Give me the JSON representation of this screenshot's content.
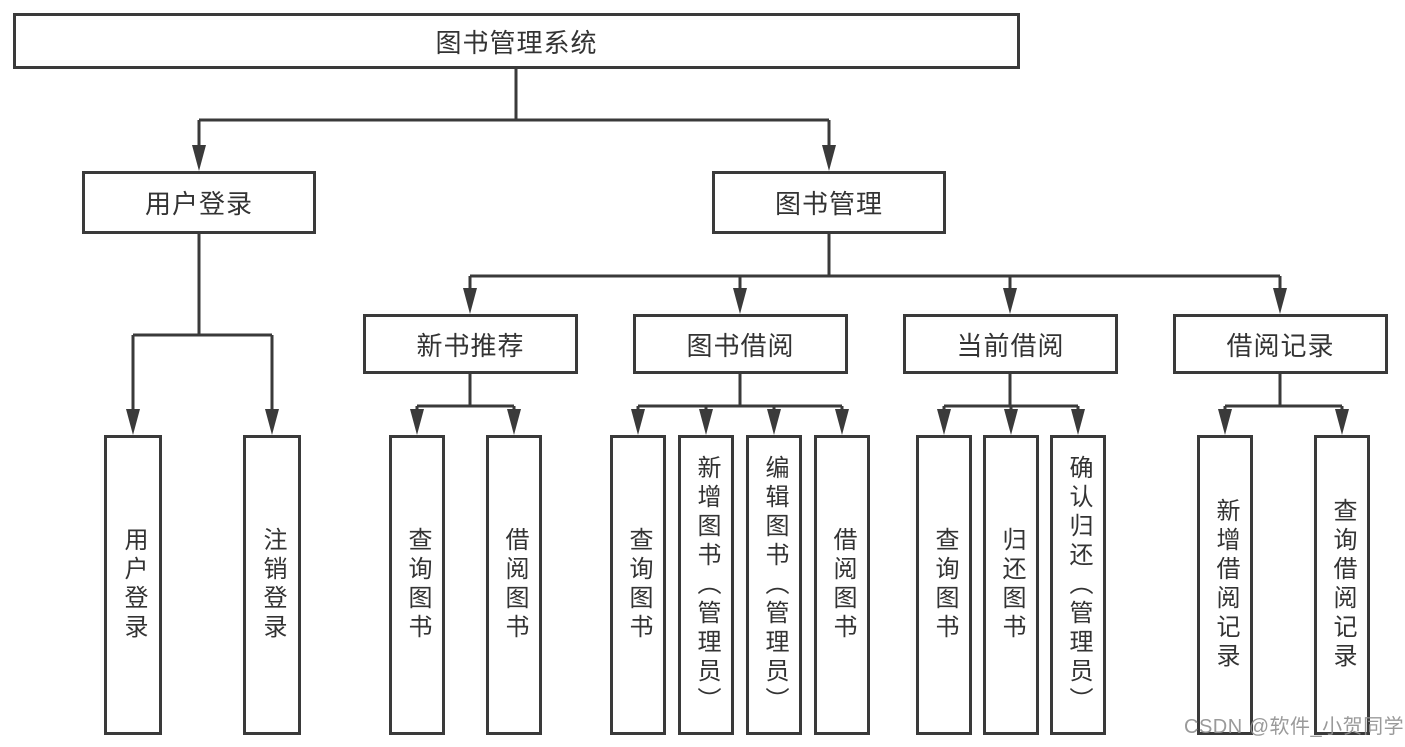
{
  "diagram_title": "图书管理系统",
  "colors": {
    "line": "#3a3a3a",
    "box_border": "#3a3a3a",
    "box_fill": "#ffffff",
    "text": "#333333",
    "watermark": "#919191",
    "background": "#ffffff"
  },
  "tree": {
    "root": {
      "label": "图书管理系统"
    },
    "branches": [
      {
        "label": "用户登录",
        "children": [
          {
            "label": "用户登录"
          },
          {
            "label": "注销登录"
          }
        ]
      },
      {
        "label": "图书管理",
        "children": [
          {
            "label": "新书推荐",
            "children": [
              {
                "label": "查询图书"
              },
              {
                "label": "借阅图书"
              }
            ]
          },
          {
            "label": "图书借阅",
            "children": [
              {
                "label": "查询图书"
              },
              {
                "label": "新增图书（管理员）"
              },
              {
                "label": "编辑图书（管理员）"
              },
              {
                "label": "借阅图书"
              }
            ]
          },
          {
            "label": "当前借阅",
            "children": [
              {
                "label": "查询图书"
              },
              {
                "label": "归还图书"
              },
              {
                "label": "确认归还（管理员）"
              }
            ]
          },
          {
            "label": "借阅记录",
            "children": [
              {
                "label": "新增借阅记录"
              },
              {
                "label": "查询借阅记录"
              }
            ]
          }
        ]
      }
    ]
  },
  "watermark": {
    "text": "CSDN @软件_小贺同学"
  }
}
